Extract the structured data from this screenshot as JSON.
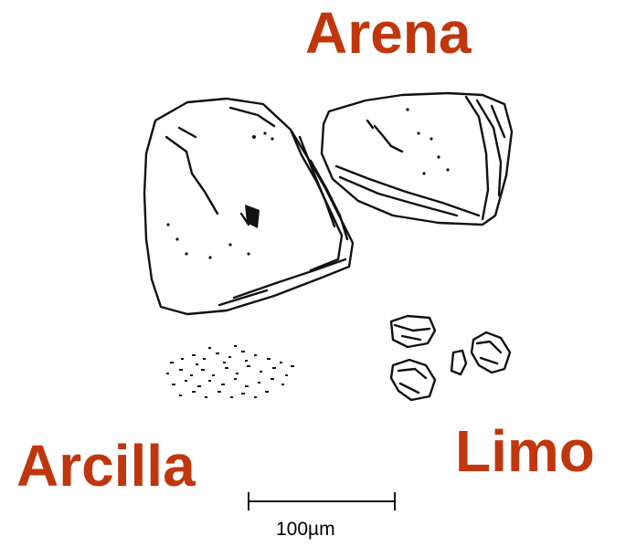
{
  "labels": {
    "arena": "Arena",
    "arcilla": "Arcilla",
    "limo": "Limo"
  },
  "scale_bar": {
    "text": "100µm"
  },
  "colors": {
    "label": "#c0360d",
    "ink": "#111111",
    "background": "#ffffff"
  }
}
